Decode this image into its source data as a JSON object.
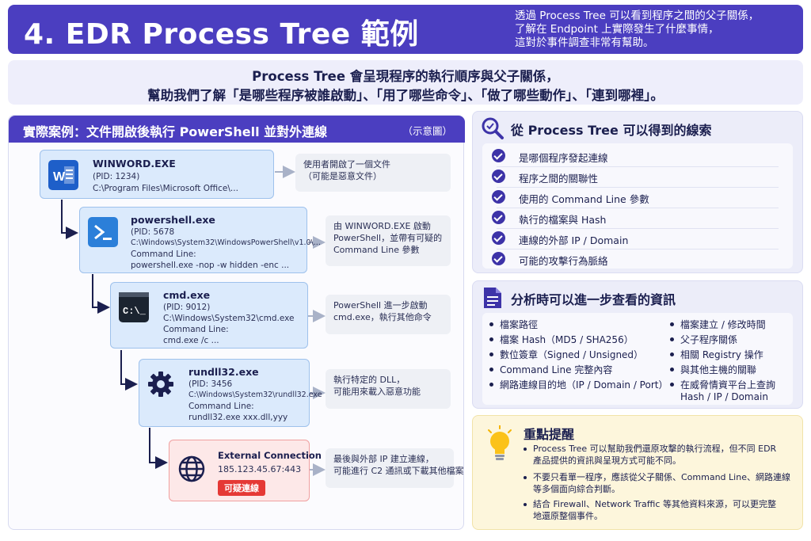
{
  "header": {
    "title": "4. EDR Process Tree 範例",
    "desc": [
      "透過 Process Tree 可以看到程序之間的父子關係，",
      "了解在 Endpoint 上實際發生了什麼事情，",
      "這對於事件調查非常有幫助。"
    ]
  },
  "intro": {
    "line1": "Process Tree 會呈現程序的執行順序與父子關係，",
    "line2": "幫助我們了解「是哪些程序被誰啟動」、「用了哪些命令」、「做了哪些動作」、「連到哪裡」。"
  },
  "case": {
    "title": "實際案例：文件開啟後執行 PowerShell 並對外連線",
    "subtitle": "（示意圖）",
    "nodes": [
      {
        "name": "WINWORD.EXE",
        "lines": [
          "(PID: 1234)",
          "C:\\Program Files\\Microsoft Office\\..."
        ],
        "note": [
          "使用者開啟了一個文件",
          "（可能是惡意文件）"
        ]
      },
      {
        "name": "powershell.exe",
        "lines": [
          "(PID: 5678",
          "C:\\Windows\\System32\\WindowsPowerShell\\v1.0\\...",
          "Command Line:",
          "powershell.exe -nop -w hidden -enc ..."
        ],
        "note": [
          "由 WINWORD.EXE 啟動",
          "PowerShell，並帶有可疑的",
          "Command Line 參數"
        ]
      },
      {
        "name": "cmd.exe",
        "lines": [
          "(PID: 9012)",
          "C:\\Windows\\System32\\cmd.exe",
          "Command Line:",
          "cmd.exe /c ..."
        ],
        "note": [
          "PowerShell 進一步啟動",
          "cmd.exe，執行其他命令"
        ]
      },
      {
        "name": "rundll32.exe",
        "lines": [
          "(PID: 3456",
          "C:\\Windows\\System32\\rundll32.exe",
          "Command Line:",
          "rundll32.exe xxx.dll,yyy"
        ],
        "note": [
          "執行特定的 DLL，",
          "可能用來載入惡意功能"
        ]
      }
    ],
    "external": {
      "name": "External Connection",
      "ip": "185.123.45.67:443",
      "badge": "可疑連線",
      "note": [
        "最後與外部 IP 建立連線，",
        "可能進行 C2 通訊或下載其他檔案"
      ]
    }
  },
  "clues": {
    "title": "從 Process Tree 可以得到的線索",
    "items": [
      "是哪個程序發起連線",
      "程序之間的關聯性",
      "使用的 Command Line 參數",
      "執行的檔案與 Hash",
      "連線的外部 IP / Domain",
      "可能的攻擊行為脈絡"
    ]
  },
  "analysis": {
    "title": "分析時可以進一步查看的資訊",
    "left": [
      "檔案路徑",
      "檔案 Hash（MD5 / SHA256）",
      "數位簽章（Signed / Unsigned）",
      "Command Line 完整內容",
      "網路連線目的地（IP / Domain / Port）"
    ],
    "right": [
      "檔案建立 / 修改時間",
      "父子程序關係",
      "相關 Registry 操作",
      "與其他主機的關聯",
      "在威脅情資平台上查詢"
    ],
    "right_extra": "Hash / IP / Domain"
  },
  "tips": {
    "title": "重點提醒",
    "items": [
      [
        "Process Tree 可以幫助我們還原攻擊的執行流程，但不同 EDR",
        "產品提供的資訊與呈現方式可能不同。"
      ],
      [
        "不要只看單一程序，應該從父子關係、Command Line、網路連線",
        "等多個面向綜合判斷。"
      ],
      [
        "結合 Firewall、Network Traffic 等其他資料來源，可以更完整",
        "地還原整個事件。"
      ]
    ]
  },
  "colors": {
    "primary": "#4b3ec0",
    "node_bg": "#dbeafc",
    "danger": "#e53935",
    "tip_bg": "#fdf6dc"
  }
}
